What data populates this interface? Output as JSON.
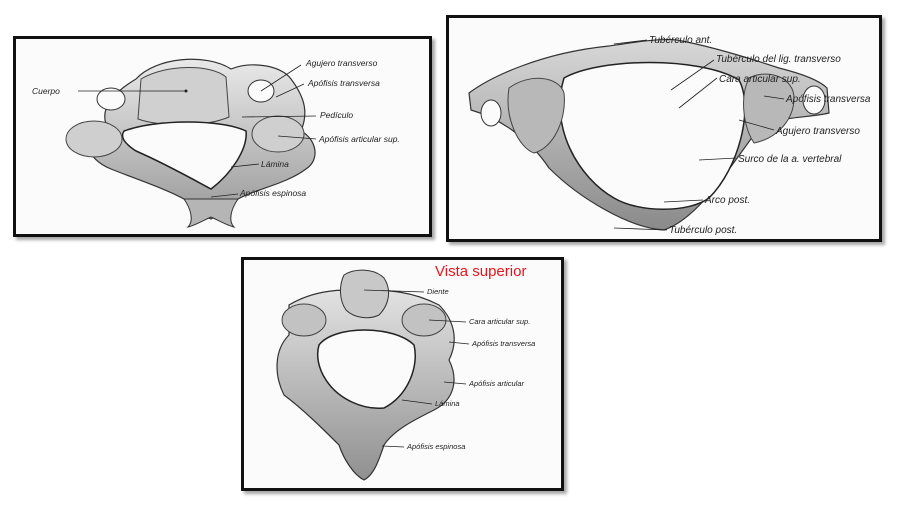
{
  "panels": {
    "vertebra_top": {
      "labels": {
        "agujero_transverso": "Agujero transverso",
        "apofisis_transversa": "Apófisis transversa",
        "cuerpo": "Cuerpo",
        "pediculo": "Pedículo",
        "apofisis_articular_sup": "Apófisis articular sup.",
        "lamina": "Lámina",
        "apofisis_espinosa": "Apófisis espinosa"
      }
    },
    "atlas": {
      "labels": {
        "tuberculo_ant": "Tubérculo ant.",
        "tuberculo_lig_transverso": "Tubérculo del lig. transverso",
        "cara_articular_sup": "Cara articular sup.",
        "apofisis_transversa": "Apófisis transversa",
        "agujero_transverso": "Agujero transverso",
        "surco_a_vertebral": "Surco de la a. vertebral",
        "arco_post": "Arco post.",
        "tuberculo_post": "Tubérculo post."
      }
    },
    "axis": {
      "title": "Vista superior",
      "title_color": "#e8141b",
      "labels": {
        "diente": "Diente",
        "cara_articular_sup": "Cara articular sup.",
        "apofisis_transversa": "Apófisis transversa",
        "apofisis_articular": "Apófisis articular",
        "lamina": "Lámina",
        "apofisis_espinosa": "Apófisis espinosa"
      }
    }
  }
}
